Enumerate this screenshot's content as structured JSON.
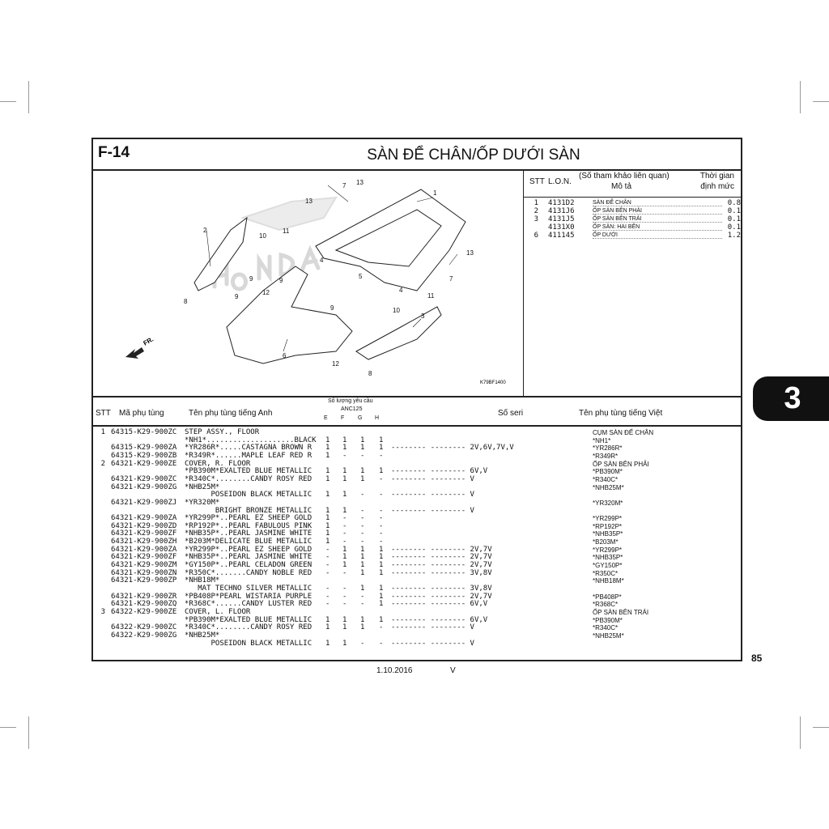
{
  "page": {
    "section_code": "F-14",
    "title": "SÀN ĐỂ CHÂN/ỐP DƯỚI SÀN",
    "chapter_tab": "3",
    "page_number": "85",
    "footer_date": "1.10.2016",
    "footer_mark": "V"
  },
  "diagram": {
    "image_code": "K79BF1400",
    "direction_label": "FR.",
    "watermark": "HONDA",
    "callouts": [
      "1",
      "2",
      "3",
      "4",
      "4",
      "5",
      "6",
      "7",
      "7",
      "8",
      "8",
      "9",
      "9",
      "9",
      "9",
      "10",
      "10",
      "11",
      "11",
      "12",
      "12",
      "13",
      "13",
      "13"
    ]
  },
  "lon_table": {
    "headers": {
      "stt": "STT",
      "lon": "L.O.N.",
      "ref": "(Số tham khảo liên quan)",
      "desc": "Mô tả",
      "time1": "Thời gian",
      "time2": "định mức"
    },
    "rows": [
      {
        "stt": "1",
        "lon": "4131D2",
        "desc": "SÀN ĐỂ CHÂN",
        "time": "0.8"
      },
      {
        "stt": "2",
        "lon": "4131J6",
        "desc": "ỐP SÀN BÊN PHẢI",
        "time": "0.1"
      },
      {
        "stt": "3",
        "lon": "4131J5",
        "desc": "ỐP SÀN BÊN TRÁI",
        "time": "0.1"
      },
      {
        "stt": "",
        "lon": "4131X0",
        "desc": "ỐP SÀN: HAI BÊN",
        "time": "0.1"
      },
      {
        "stt": "6",
        "lon": "411145",
        "desc": "ỐP DƯỚI",
        "time": "1.2"
      }
    ]
  },
  "parts_list": {
    "headers": {
      "stt": "STT",
      "part_no": "Mã phụ tùng",
      "name_en": "Tên phụ tùng tiếng Anh",
      "qty": "Số lượng yêu cầu",
      "model": "ANC125",
      "e": "E",
      "f": "F",
      "g": "G",
      "h": "H",
      "serial": "Số seri",
      "name_vi": "Tên phụ tùng tiếng Việt"
    },
    "rows": [
      {
        "stt": "1",
        "code": "64315-K29-900ZC",
        "name": "STEP ASSY., FLOOR",
        "e": "",
        "f": "",
        "g": "",
        "h": "",
        "serial": "",
        "vi": "CỤM SÀN ĐỂ CHÂN"
      },
      {
        "stt": "",
        "code": "",
        "name": "*NH1*....................BLACK",
        "e": "1",
        "f": "1",
        "g": "1",
        "h": "1",
        "serial": "",
        "vi": "*NH1*"
      },
      {
        "stt": "",
        "code": "64315-K29-900ZA",
        "name": "*YR286R*.....CASTAGNA BROWN R",
        "e": "1",
        "f": "1",
        "g": "1",
        "h": "1",
        "serial": "-------- -------- 2V,6V,7V,V",
        "vi": "*YR286R*"
      },
      {
        "stt": "",
        "code": "64315-K29-900ZB",
        "name": "*R349R*......MAPLE LEAF RED R",
        "e": "1",
        "f": "-",
        "g": "-",
        "h": "-",
        "serial": "",
        "vi": "*R349R*"
      },
      {
        "stt": "2",
        "code": "64321-K29-900ZE",
        "name": "COVER, R. FLOOR",
        "e": "",
        "f": "",
        "g": "",
        "h": "",
        "serial": "",
        "vi": "ỐP SÀN BÊN PHẢI"
      },
      {
        "stt": "",
        "code": "",
        "name": "*PB390M*EXALTED BLUE METALLIC",
        "e": "1",
        "f": "1",
        "g": "1",
        "h": "1",
        "serial": "-------- -------- 6V,V",
        "vi": "*PB390M*"
      },
      {
        "stt": "",
        "code": "64321-K29-900ZC",
        "name": "*R340C*........CANDY ROSY RED",
        "e": "1",
        "f": "1",
        "g": "1",
        "h": "-",
        "serial": "-------- -------- V",
        "vi": "*R340C*"
      },
      {
        "stt": "",
        "code": "64321-K29-900ZG",
        "name": "*NHB25M*",
        "e": "",
        "f": "",
        "g": "",
        "h": "",
        "serial": "",
        "vi": "*NHB25M*"
      },
      {
        "stt": "",
        "code": "",
        "name": "      POSEIDON BLACK METALLIC",
        "e": "1",
        "f": "1",
        "g": "-",
        "h": "-",
        "serial": "-------- -------- V",
        "vi": ""
      },
      {
        "stt": "",
        "code": "64321-K29-900ZJ",
        "name": "*YR320M*",
        "e": "",
        "f": "",
        "g": "",
        "h": "",
        "serial": "",
        "vi": "*YR320M*"
      },
      {
        "stt": "",
        "code": "",
        "name": "       BRIGHT BRONZE METALLIC",
        "e": "1",
        "f": "1",
        "g": "-",
        "h": "-",
        "serial": "-------- -------- V",
        "vi": ""
      },
      {
        "stt": "",
        "code": "64321-K29-900ZA",
        "name": "*YR299P*..PEARL EZ SHEEP GOLD",
        "e": "1",
        "f": "-",
        "g": "-",
        "h": "-",
        "serial": "",
        "vi": "*YR299P*"
      },
      {
        "stt": "",
        "code": "64321-K29-900ZD",
        "name": "*RP192P*..PEARL FABULOUS PINK",
        "e": "1",
        "f": "-",
        "g": "-",
        "h": "-",
        "serial": "",
        "vi": "*RP192P*"
      },
      {
        "stt": "",
        "code": "64321-K29-900ZF",
        "name": "*NHB35P*..PEARL JASMINE WHITE",
        "e": "1",
        "f": "-",
        "g": "-",
        "h": "-",
        "serial": "",
        "vi": "*NHB35P*"
      },
      {
        "stt": "",
        "code": "64321-K29-900ZH",
        "name": "*B203M*DELICATE BLUE METALLIC",
        "e": "1",
        "f": "-",
        "g": "-",
        "h": "-",
        "serial": "",
        "vi": "*B203M*"
      },
      {
        "stt": "",
        "code": "64321-K29-900ZA",
        "name": "*YR299P*..PEARL EZ SHEEP GOLD",
        "e": "-",
        "f": "1",
        "g": "1",
        "h": "1",
        "serial": "-------- -------- 2V,7V",
        "vi": "*YR299P*"
      },
      {
        "stt": "",
        "code": "64321-K29-900ZF",
        "name": "*NHB35P*..PEARL JASMINE WHITE",
        "e": "-",
        "f": "1",
        "g": "1",
        "h": "1",
        "serial": "-------- -------- 2V,7V",
        "vi": "*NHB35P*"
      },
      {
        "stt": "",
        "code": "64321-K29-900ZM",
        "name": "*GY150P*..PEARL CELADON GREEN",
        "e": "-",
        "f": "1",
        "g": "1",
        "h": "1",
        "serial": "-------- -------- 2V,7V",
        "vi": "*GY150P*"
      },
      {
        "stt": "",
        "code": "64321-K29-900ZN",
        "name": "*R350C*.......CANDY NOBLE RED",
        "e": "-",
        "f": "-",
        "g": "1",
        "h": "1",
        "serial": "-------- -------- 3V,8V",
        "vi": "*R350C*"
      },
      {
        "stt": "",
        "code": "64321-K29-900ZP",
        "name": "*NHB18M*",
        "e": "",
        "f": "",
        "g": "",
        "h": "",
        "serial": "",
        "vi": "*NHB18M*"
      },
      {
        "stt": "",
        "code": "",
        "name": "   MAT TECHNO SILVER METALLIC",
        "e": "-",
        "f": "-",
        "g": "1",
        "h": "1",
        "serial": "-------- -------- 3V,8V",
        "vi": ""
      },
      {
        "stt": "",
        "code": "64321-K29-900ZR",
        "name": "*PB408P*PEARL WISTARIA PURPLE",
        "e": "-",
        "f": "-",
        "g": "-",
        "h": "1",
        "serial": "-------- -------- 2V,7V",
        "vi": "*PB408P*"
      },
      {
        "stt": "",
        "code": "64321-K29-900ZQ",
        "name": "*R368C*......CANDY LUSTER RED",
        "e": "-",
        "f": "-",
        "g": "-",
        "h": "1",
        "serial": "-------- -------- 6V,V",
        "vi": "*R368C*"
      },
      {
        "stt": "3",
        "code": "64322-K29-900ZE",
        "name": "COVER, L. FLOOR",
        "e": "",
        "f": "",
        "g": "",
        "h": "",
        "serial": "",
        "vi": "ỐP SÀN BÊN TRÁI"
      },
      {
        "stt": "",
        "code": "",
        "name": "*PB390M*EXALTED BLUE METALLIC",
        "e": "1",
        "f": "1",
        "g": "1",
        "h": "1",
        "serial": "-------- -------- 6V,V",
        "vi": "*PB390M*"
      },
      {
        "stt": "",
        "code": "64322-K29-900ZC",
        "name": "*R340C*........CANDY ROSY RED",
        "e": "1",
        "f": "1",
        "g": "1",
        "h": "-",
        "serial": "-------- -------- V",
        "vi": "*R340C*"
      },
      {
        "stt": "",
        "code": "64322-K29-900ZG",
        "name": "*NHB25M*",
        "e": "",
        "f": "",
        "g": "",
        "h": "",
        "serial": "",
        "vi": "*NHB25M*"
      },
      {
        "stt": "",
        "code": "",
        "name": "      POSEIDON BLACK METALLIC",
        "e": "1",
        "f": "1",
        "g": "-",
        "h": "-",
        "serial": "-------- -------- V",
        "vi": ""
      }
    ]
  }
}
